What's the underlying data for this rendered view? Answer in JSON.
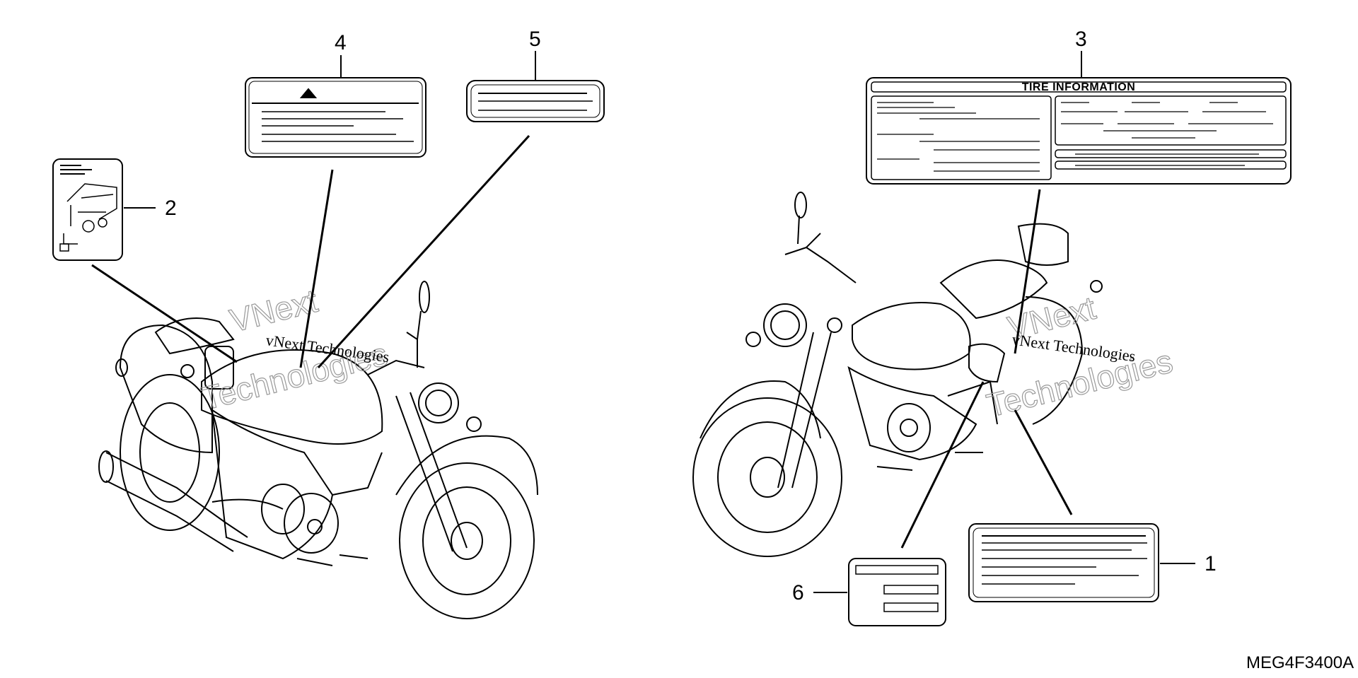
{
  "callouts": [
    "1",
    "2",
    "3",
    "4",
    "5",
    "6"
  ],
  "tire_label_title": "TIRE INFORMATION",
  "diagram_code": "MEG4F3400A",
  "watermark": {
    "outline_line1": "VNext",
    "outline_line2": "Technologies",
    "solid": "vNext Technologies"
  },
  "colors": {
    "ink": "#000000",
    "paper": "#ffffff",
    "watermark_outline": "#999999"
  }
}
